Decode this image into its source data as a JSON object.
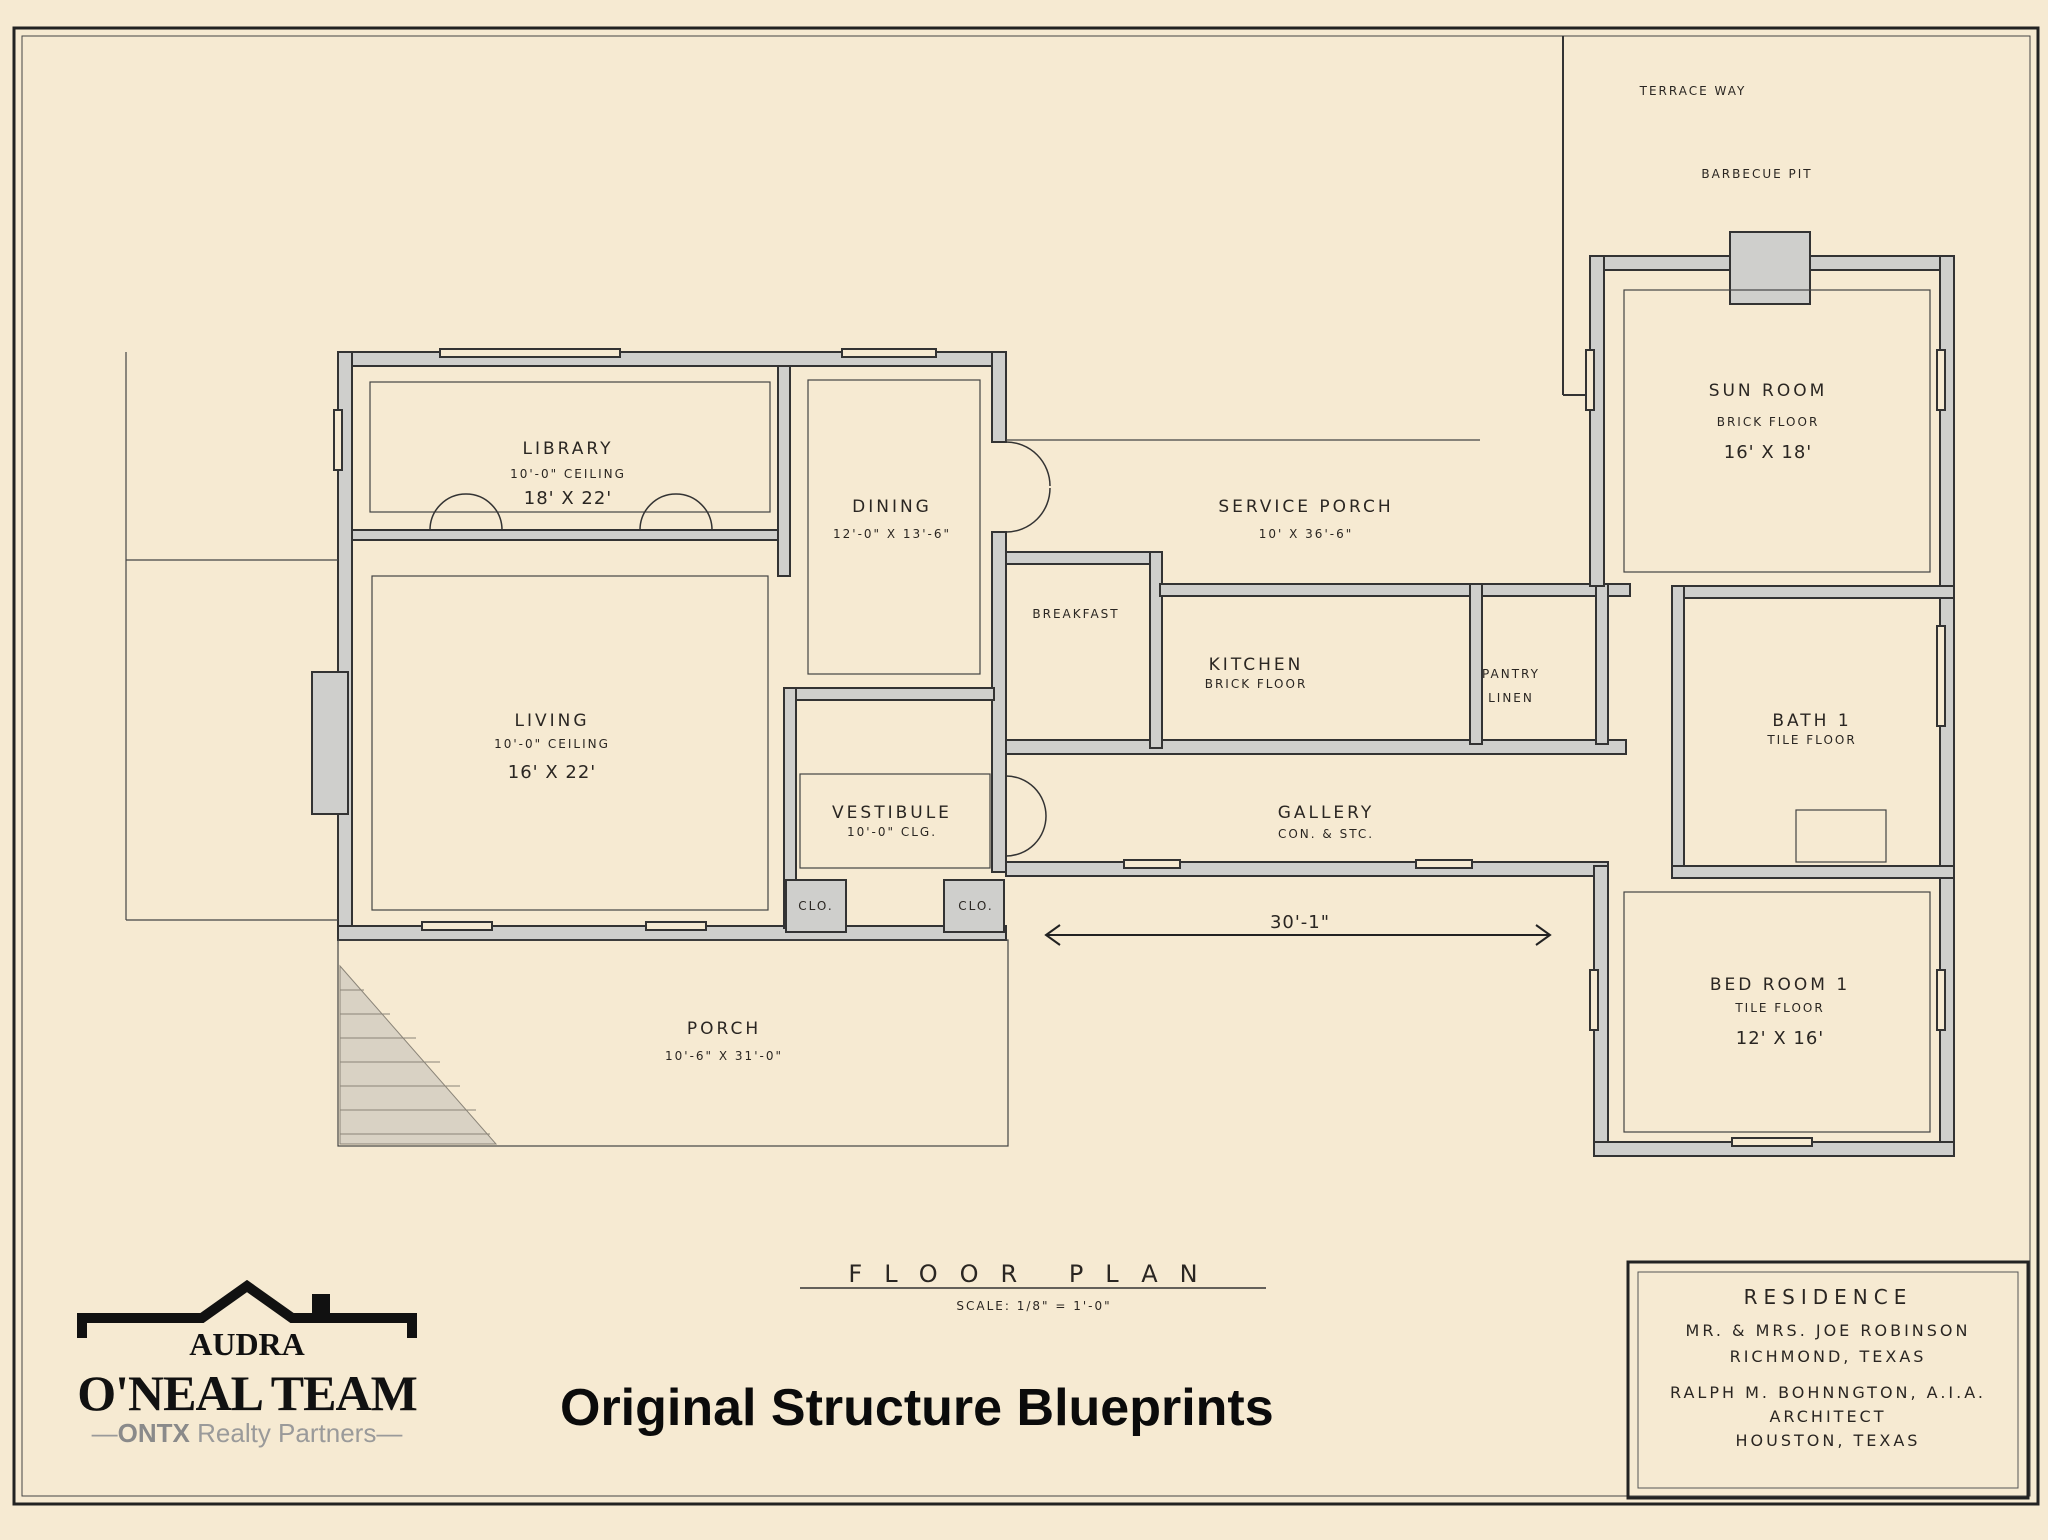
{
  "rooms": {
    "terrace_way": "TERRACE WAY",
    "barbecue_pit": "BARBECUE PIT",
    "sun_room": {
      "name": "SUN ROOM",
      "floor": "BRICK FLOOR",
      "size": "16' X 18'"
    },
    "library": {
      "name": "LIBRARY",
      "ceiling": "10'-0\" CEILING",
      "size": "18' X 22'"
    },
    "dining": {
      "name": "DINING",
      "size": "12'-0\" X 13'-6\""
    },
    "service_porch": {
      "name": "SERVICE PORCH",
      "size": "10' X 36'-6\""
    },
    "breakfast": "BREAKFAST",
    "kitchen": {
      "name": "KITCHEN",
      "floor": "BRICK FLOOR"
    },
    "pantry": "PANTRY",
    "linen": "LINEN",
    "bath1": {
      "name": "BATH 1",
      "floor": "TILE FLOOR"
    },
    "living": {
      "name": "LIVING",
      "ceiling": "10'-0\" CEILING",
      "size": "16' X 22'"
    },
    "vestibule": {
      "name": "VESTIBULE",
      "ceiling": "10'-0\" CLG."
    },
    "gallery": {
      "name": "GALLERY",
      "note": "CON. & STC."
    },
    "clo": "CLO.",
    "dimension": "30'-1\"",
    "bedroom1": {
      "name": "BED ROOM 1",
      "floor": "TILE FLOOR",
      "size": "12' X 16'"
    },
    "porch": {
      "name": "PORCH",
      "size": "10'-6\" X 31'-0\""
    }
  },
  "plan_title": {
    "title": "FLOOR PLAN",
    "scale": "SCALE: 1/8\" = 1'-0\""
  },
  "title_block": {
    "line1": "RESIDENCE",
    "line2": "MR. & MRS. JOE ROBINSON",
    "line3": "RICHMOND, TEXAS",
    "line4": "RALPH M. BOHNNGTON, A.I.A.",
    "line5": "ARCHITECT",
    "line6": "HOUSTON, TEXAS"
  },
  "caption": "Original Structure Blueprints",
  "logo": {
    "line1": "AUDRA",
    "line2": "O'NEAL TEAM",
    "brand": "ONTX",
    "tagline": "Realty Partners"
  },
  "colors": {
    "paper": "#f6ead2",
    "ink": "#2a2622",
    "wall": "#cfcfcc"
  }
}
